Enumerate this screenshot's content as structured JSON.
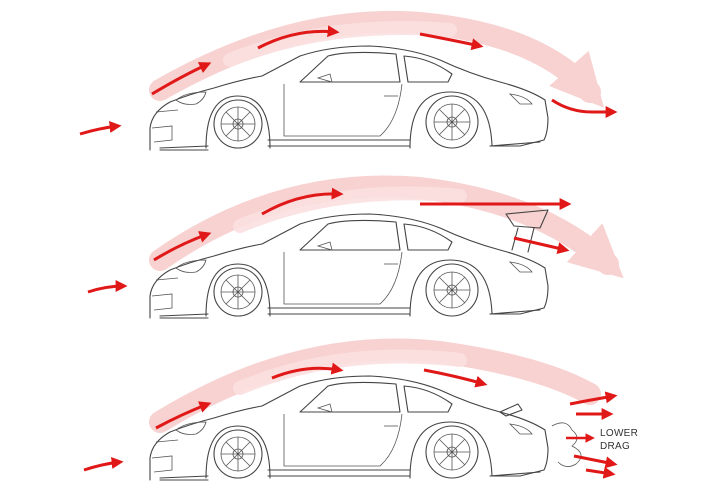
{
  "diagram": {
    "colors": {
      "arrow": "#e01818",
      "flow": "#f7c9c9",
      "outline": "#444444",
      "background": "#ffffff"
    },
    "panels": [
      {
        "variant": "stock"
      },
      {
        "variant": "rear-wing"
      },
      {
        "variant": "ducktail-spoiler"
      }
    ],
    "callout": {
      "line1": "LOWER",
      "line2": "DRAG"
    }
  }
}
